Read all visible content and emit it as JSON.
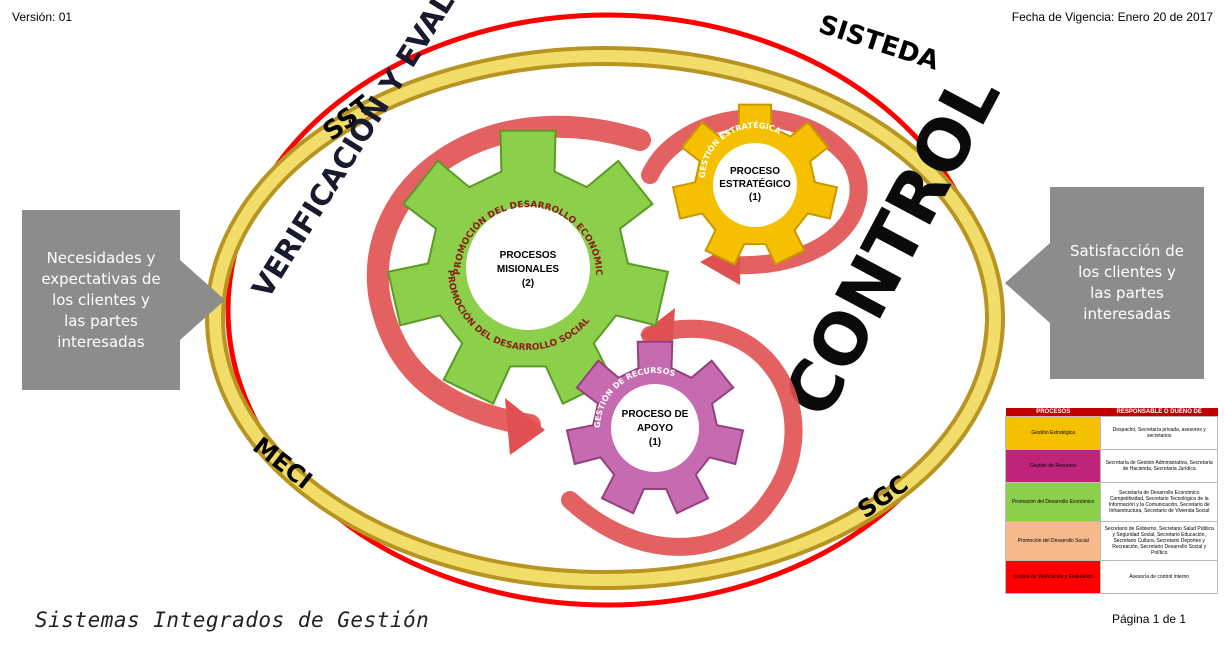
{
  "header": {
    "version": "Versión: 01",
    "vigencia": "Fecha de Vigencia: Enero 20 de 2017"
  },
  "footer": {
    "title": "Sistemas Integrados de Gestión",
    "page": "Página 1 de 1"
  },
  "ring_labels": {
    "sst": "SST",
    "sisteda": "SISTEDA",
    "meci": "MECI",
    "sgc": "SGC"
  },
  "verificacion": "VERIFICACIÓN Y EVALUACIÓN",
  "control": "CONTROL",
  "inputs": {
    "left_lines": [
      "Necesidades y",
      "expectativas de",
      "los clientes y",
      "las partes",
      "interesadas"
    ],
    "right_lines": [
      "Satisfacción de",
      "los clientes y",
      "las partes",
      "interesadas"
    ]
  },
  "gears": {
    "misionales": {
      "lines": [
        "PROCESOS",
        "MISIONALES",
        "(2)"
      ],
      "arc_top": "PROMOCIÓN DEL DESARROLLO ECONÓMICO",
      "arc_bottom": "PROMOCIÓN DEL DESARROLLO SOCIAL",
      "color": "#8ccf4a"
    },
    "estrategico": {
      "lines": [
        "PROCESO",
        "ESTRATÉGICO",
        "(1)"
      ],
      "arc": "GESTIÓN ESTRATÉGICA",
      "color": "#f5c000"
    },
    "apoyo": {
      "lines": [
        "PROCESO DE",
        "APOYO",
        "(1)"
      ],
      "arc": "GESTIÓN DE RECURSOS",
      "color": "#c76bb0"
    }
  },
  "colors": {
    "ring": "#e8c84a",
    "ring_dark": "#b89420",
    "arrow": "#e05050",
    "red_ellipse": "#ff0000",
    "box": "#8c8c8c"
  },
  "legend": {
    "headers": [
      "PROCESOS",
      "RESPONSABLE O DUEÑO DE"
    ],
    "rows": [
      {
        "proceso": "Gestión Estratégica",
        "responsable": "Despacho, Secretaría privada, asesores y secretarios",
        "color": "#f5c000"
      },
      {
        "proceso": "Gestión de Recursos",
        "responsable": "Secretaría de Gestión Administrativa, Secretaría de Hacienda, Secretaría Jurídica",
        "color": "#c0247a"
      },
      {
        "proceso": "Promoción del Desarrollo Económico",
        "responsable": "Secretaría de Desarrollo Económico Competitividad, Secretario Tecnológico de la Información y la Comunicación, Secretario de Infraestructura, Secretario de Vivienda Social",
        "color": "#8ccf4a"
      },
      {
        "proceso": "Promoción del Desarrollo Social",
        "responsable": "Secretario de Gobierno, Secretario Salud Pública y Seguridad Social, Secretario Educación, Secretario Cultura, Secretario Deportes y Recreación, Secretario Desarrollo Social y Político",
        "color": "#f6b98c"
      },
      {
        "proceso": "Control de Verificación y Evaluación",
        "responsable": "Asesoría de control interno",
        "color": "#ff0000"
      }
    ]
  }
}
